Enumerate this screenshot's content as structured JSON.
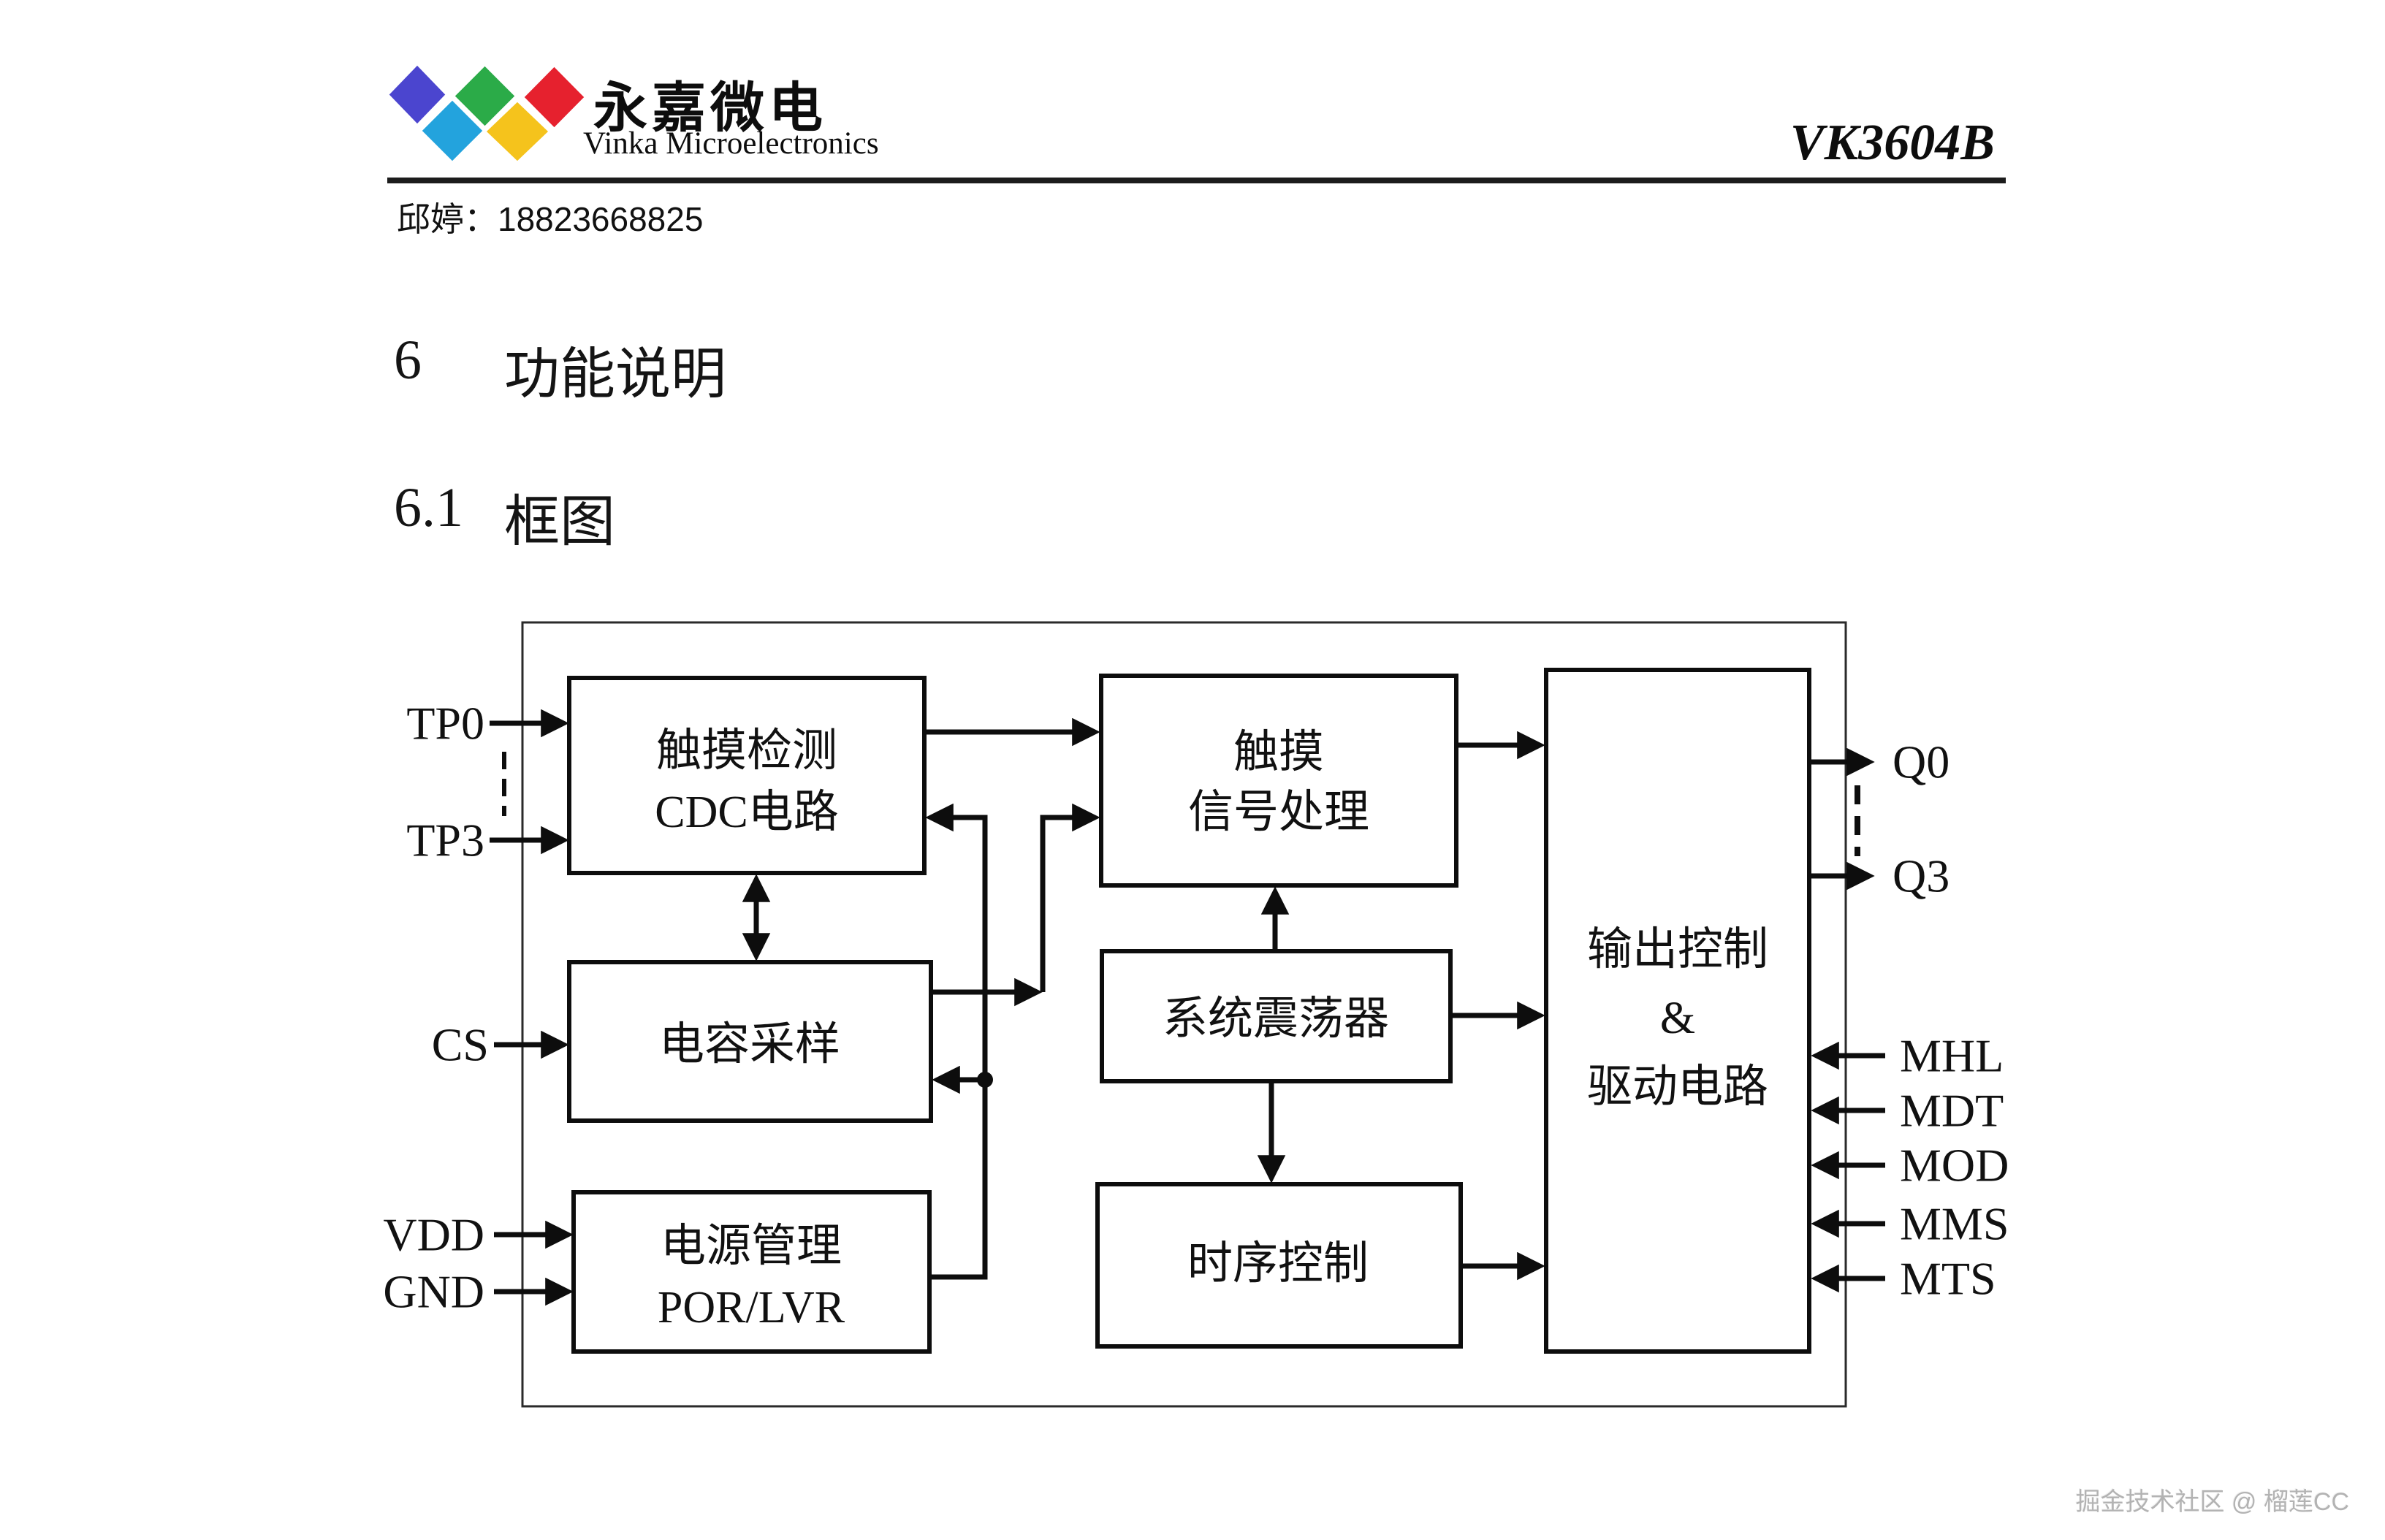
{
  "header": {
    "brand_cn": "永嘉微电",
    "brand_en": "Vinka Microelectronics",
    "part_number": "VK3604B",
    "contact": "邱婷：18823668825",
    "logo_colors": {
      "blue": "#4b45cf",
      "green": "#2bab48",
      "red": "#e6212e",
      "cyan": "#23a3dd",
      "yellow": "#f5c31c"
    }
  },
  "headings": {
    "h1_num": "6",
    "h1_title": "功能说明",
    "h2_num": "6.1",
    "h2_title": "框图"
  },
  "diagram": {
    "blocks": {
      "cdc": {
        "line1": "触摸检测",
        "line2": "CDC电路"
      },
      "sampling": {
        "line1": "电容采样"
      },
      "power": {
        "line1": "电源管理",
        "line2": "POR/LVR"
      },
      "signal": {
        "line1": "触摸",
        "line2": "信号处理"
      },
      "osc": {
        "line1": "系统震荡器"
      },
      "timing": {
        "line1": "时序控制"
      },
      "output": {
        "line1": "输出控制",
        "line2": "&",
        "line3": "驱动电路"
      }
    },
    "pins": {
      "tp0": "TP0",
      "tp3": "TP3",
      "cs": "CS",
      "vdd": "VDD",
      "gnd": "GND",
      "q0": "Q0",
      "q3": "Q3",
      "mhl": "MHL",
      "mdt": "MDT",
      "mod": "MOD",
      "mms": "MMS",
      "mts": "MTS"
    }
  },
  "watermark": "掘金技术社区 @ 榴莲CC"
}
